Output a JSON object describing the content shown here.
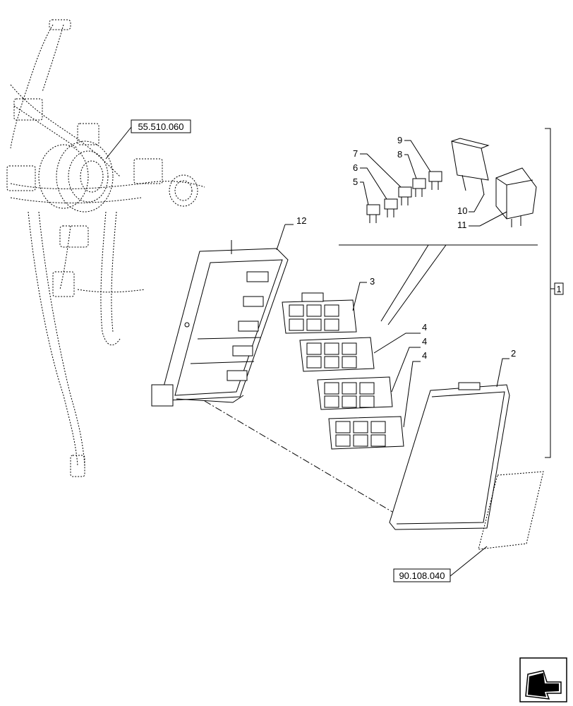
{
  "references": {
    "harness": "55.510.060",
    "decal": "90.108.040",
    "group": "1"
  },
  "callouts": [
    "2",
    "3",
    "4",
    "4",
    "4",
    "5",
    "6",
    "7",
    "8",
    "9",
    "10",
    "11",
    "12"
  ],
  "navigation": {
    "icon": "return-arrow-icon"
  }
}
